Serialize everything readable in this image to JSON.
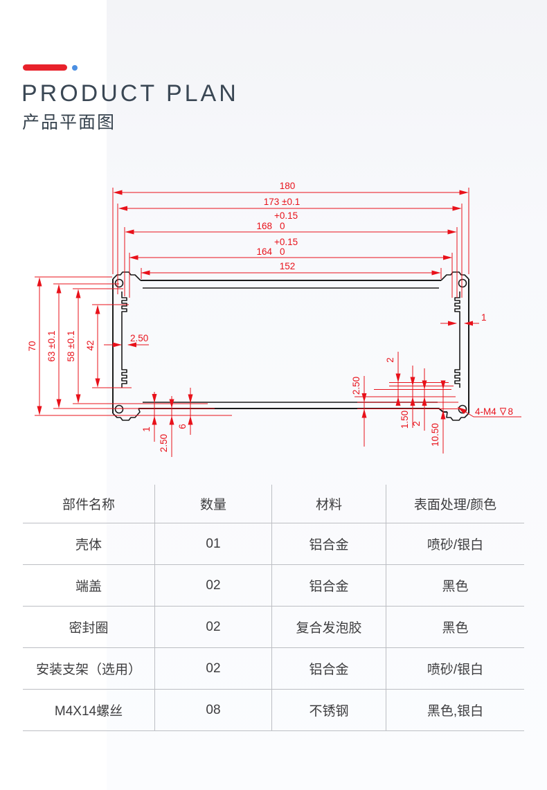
{
  "header": {
    "title_en": "PRODUCT PLAN",
    "title_zh": "产品平面图",
    "accent_red": "#e8212b",
    "accent_blue": "#4b8fe2"
  },
  "drawing": {
    "dimension_color": "#e8111a",
    "profile_color": "#1a1a1a",
    "dims_top": {
      "d180": "180",
      "d173": "173 ±0.1",
      "d168": "168",
      "d168_tol_top": "+0.15",
      "d168_tol_bot": "0",
      "d164": "164",
      "d164_tol_top": "+0.15",
      "d164_tol_bot": "0",
      "d152": "152"
    },
    "dims_left": {
      "d70": "70",
      "d63": "63 ±0.1",
      "d58": "58 ±0.1",
      "d42": "42"
    },
    "callouts": {
      "inner_wall": "2.50",
      "side_wall": "1"
    },
    "dims_bottom_left": {
      "a": "1",
      "b": "2.50",
      "c": "6"
    },
    "dims_bottom_right": {
      "a": "2",
      "b": "2.50",
      "c": "1.50",
      "d": "2",
      "e": "10.50"
    },
    "thread_note": {
      "prefix": "4-M4",
      "depth": "8",
      "full": "4-M4⊽8"
    }
  },
  "table": {
    "headers": [
      "部件名称",
      "数量",
      "材料",
      "表面处理/颜色"
    ],
    "rows": [
      [
        "壳体",
        "01",
        "铝合金",
        "喷砂/银白"
      ],
      [
        "端盖",
        "02",
        "铝合金",
        "黑色"
      ],
      [
        "密封圈",
        "02",
        "复合发泡胶",
        "黑色"
      ],
      [
        "安装支架（选用）",
        "02",
        "铝合金",
        "喷砂/银白"
      ],
      [
        "M4X14螺丝",
        "08",
        "不锈钢",
        "黑色,银白"
      ]
    ]
  }
}
